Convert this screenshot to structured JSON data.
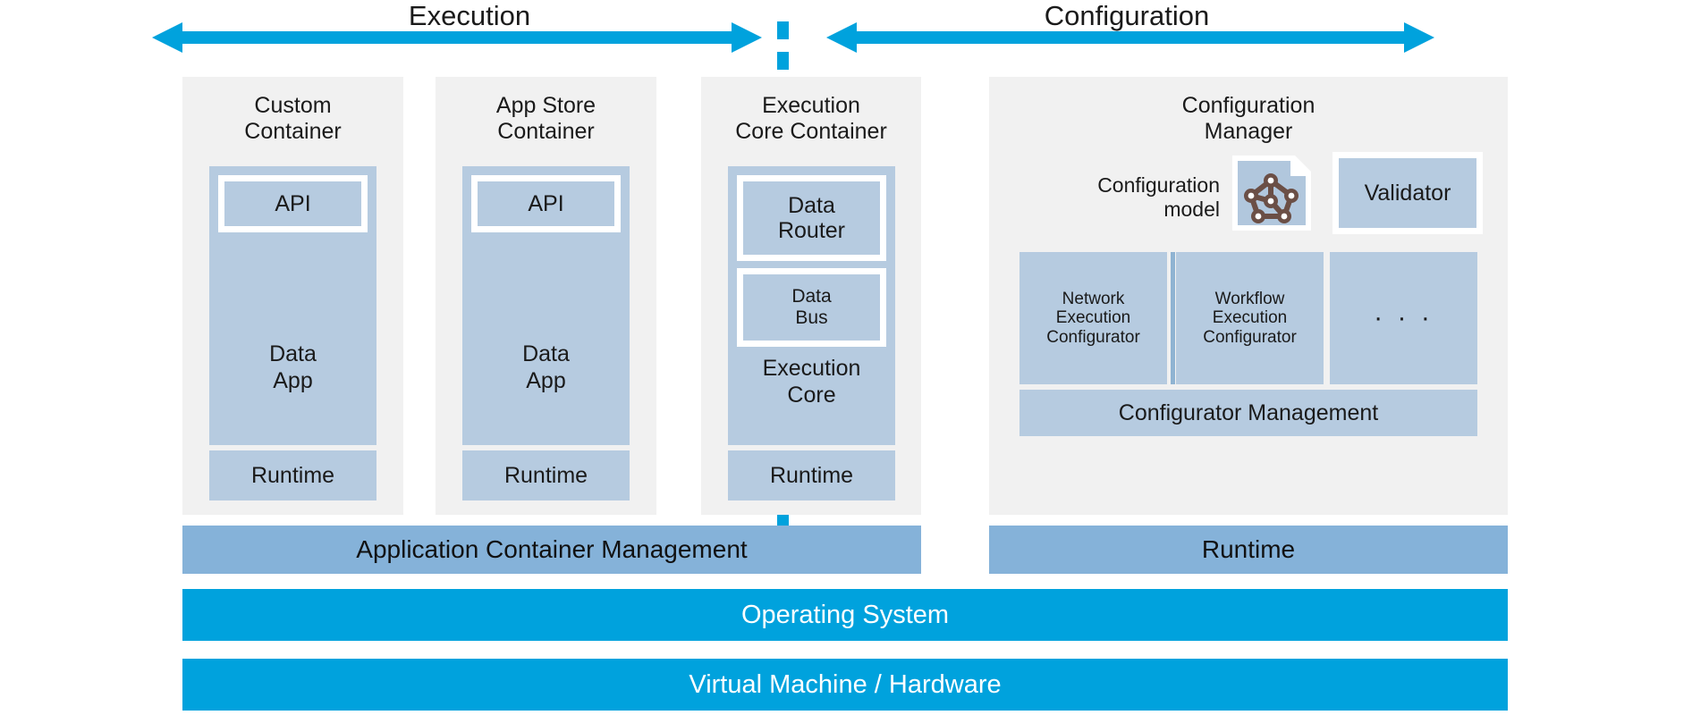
{
  "header": {
    "left": {
      "label": "Execution",
      "arrow": "double-headed-arrow"
    },
    "right": {
      "label": "Configuration",
      "arrow": "double-headed-arrow"
    },
    "divider": "dashed-vertical-divider"
  },
  "colors": {
    "accent_cyan": "#00a2dd",
    "steel_blue": "#85b2d9",
    "block_blue": "#b6cbe0",
    "panel_gray": "#f1f1f1",
    "white": "#ffffff",
    "text": "#1a1a1a"
  },
  "execution": {
    "containers": [
      {
        "title": "Custom\nContainer",
        "title_lines": [
          "Custom",
          "Container"
        ],
        "api_label": "API",
        "app_label": "Data\nApp",
        "app_lines": [
          "Data",
          "App"
        ],
        "runtime_label": "Runtime"
      },
      {
        "title_lines": [
          "App Store",
          "Container"
        ],
        "api_label": "API",
        "app_lines": [
          "Data",
          "App"
        ],
        "runtime_label": "Runtime"
      },
      {
        "title_lines": [
          "Execution",
          "Core Container"
        ],
        "inner_blocks": [
          {
            "lines": [
              "Data",
              "Router"
            ]
          },
          {
            "lines": [
              "Data",
              "Bus"
            ]
          }
        ],
        "core_lines": [
          "Execution",
          "Core"
        ],
        "runtime_label": "Runtime"
      }
    ],
    "management_bar": "Application Container Management"
  },
  "configuration": {
    "title_lines": [
      "Configuration",
      "Manager"
    ],
    "model": {
      "label_lines": [
        "Configuration",
        "model"
      ],
      "icon": "document-graph-icon"
    },
    "validator_label": "Validator",
    "configurators": [
      {
        "lines": [
          "Network",
          "Execution",
          "Configurator"
        ]
      },
      {
        "lines": [
          "Workflow",
          "Execution",
          "Configurator"
        ]
      },
      {
        "lines": [
          "· · ·"
        ]
      }
    ],
    "management_bar": "Configurator Management",
    "runtime_bar": "Runtime"
  },
  "foundation": {
    "operating_system": "Operating System",
    "virtual_machine": "Virtual Machine / Hardware"
  }
}
